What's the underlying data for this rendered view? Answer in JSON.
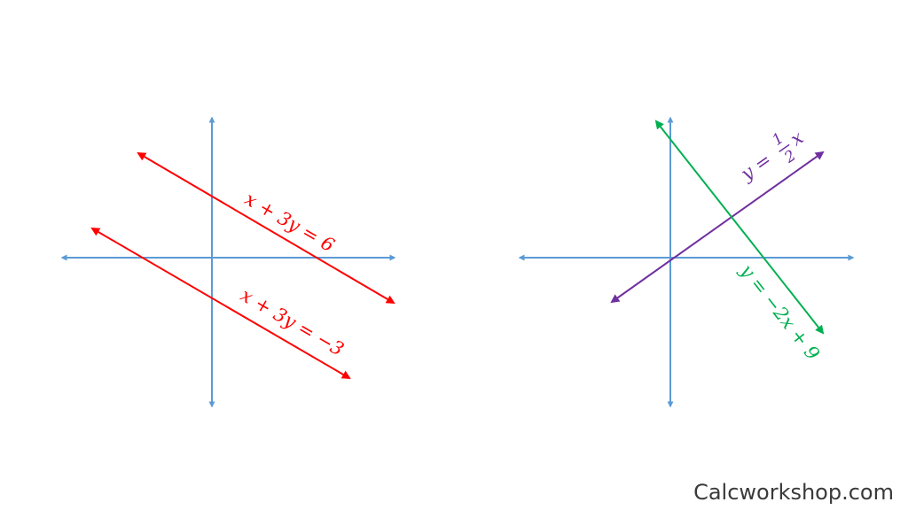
{
  "colors": {
    "axis": "#5b9bd5",
    "parallel_lines": "#ff0000",
    "line_half_x": "#7030a0",
    "line_neg2x_plus9": "#00b050"
  },
  "left_graph": {
    "lines": [
      {
        "label": "x + 3y = 6"
      },
      {
        "label": "x + 3y = −3"
      }
    ]
  },
  "right_graph": {
    "lines": [
      {
        "label_prefix": "y =",
        "label_numerator": "1",
        "label_denominator": "2",
        "label_suffix": "x"
      },
      {
        "label": "y = −2x + 9"
      }
    ]
  },
  "watermark": "Calcworkshop.com"
}
